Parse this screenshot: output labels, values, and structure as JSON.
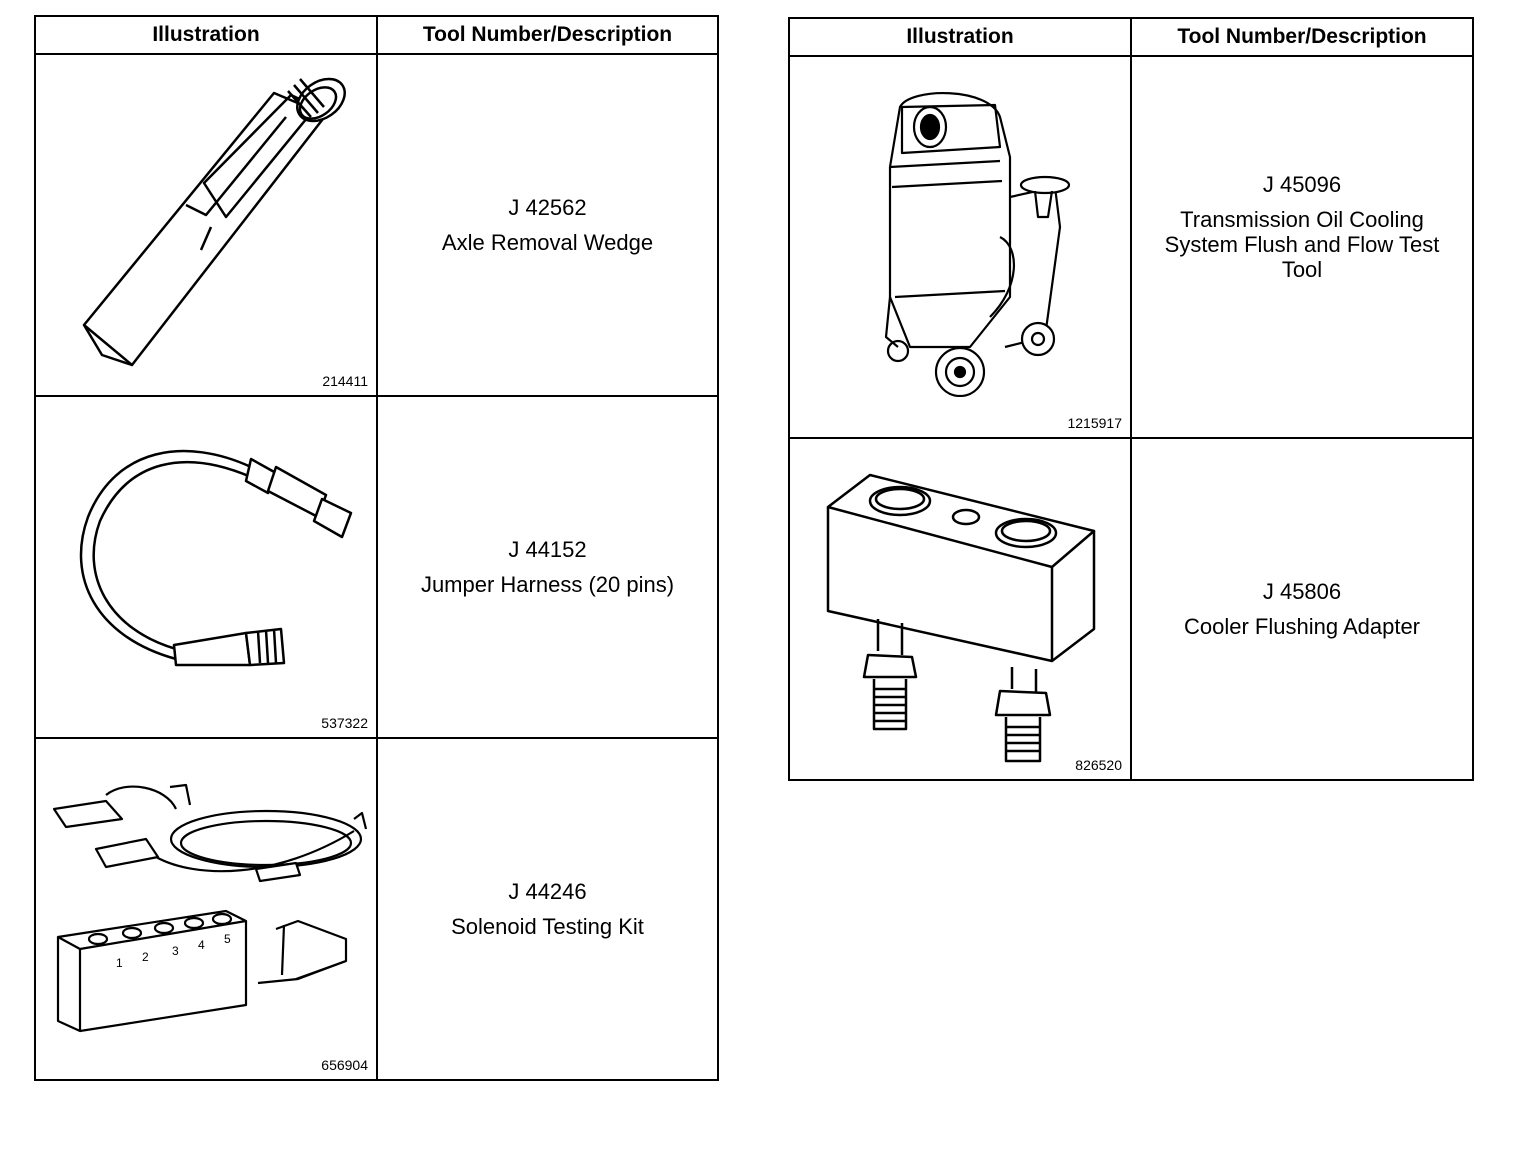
{
  "left_table": {
    "headers": {
      "illustration": "Illustration",
      "description": "Tool Number/Description"
    },
    "rows": [
      {
        "figure_id": "214411",
        "tool_number": "J 42562",
        "description": "Axle Removal Wedge",
        "icon": "wedge-tool-icon"
      },
      {
        "figure_id": "537322",
        "tool_number": "J 44152",
        "description": "Jumper Harness (20 pins)",
        "icon": "jumper-harness-icon"
      },
      {
        "figure_id": "656904",
        "tool_number": "J 44246",
        "description": "Solenoid Testing Kit",
        "icon": "solenoid-kit-icon",
        "kit_labels": [
          "1",
          "2",
          "3",
          "4",
          "5"
        ]
      }
    ]
  },
  "right_table": {
    "headers": {
      "illustration": "Illustration",
      "description": "Tool Number/Description"
    },
    "rows": [
      {
        "figure_id": "1215917",
        "tool_number": "J 45096",
        "description": "Transmission Oil Cooling System Flush and Flow Test Tool",
        "icon": "flush-machine-icon"
      },
      {
        "figure_id": "826520",
        "tool_number": "J 45806",
        "description": "Cooler Flushing Adapter",
        "icon": "flushing-adapter-icon"
      }
    ]
  }
}
